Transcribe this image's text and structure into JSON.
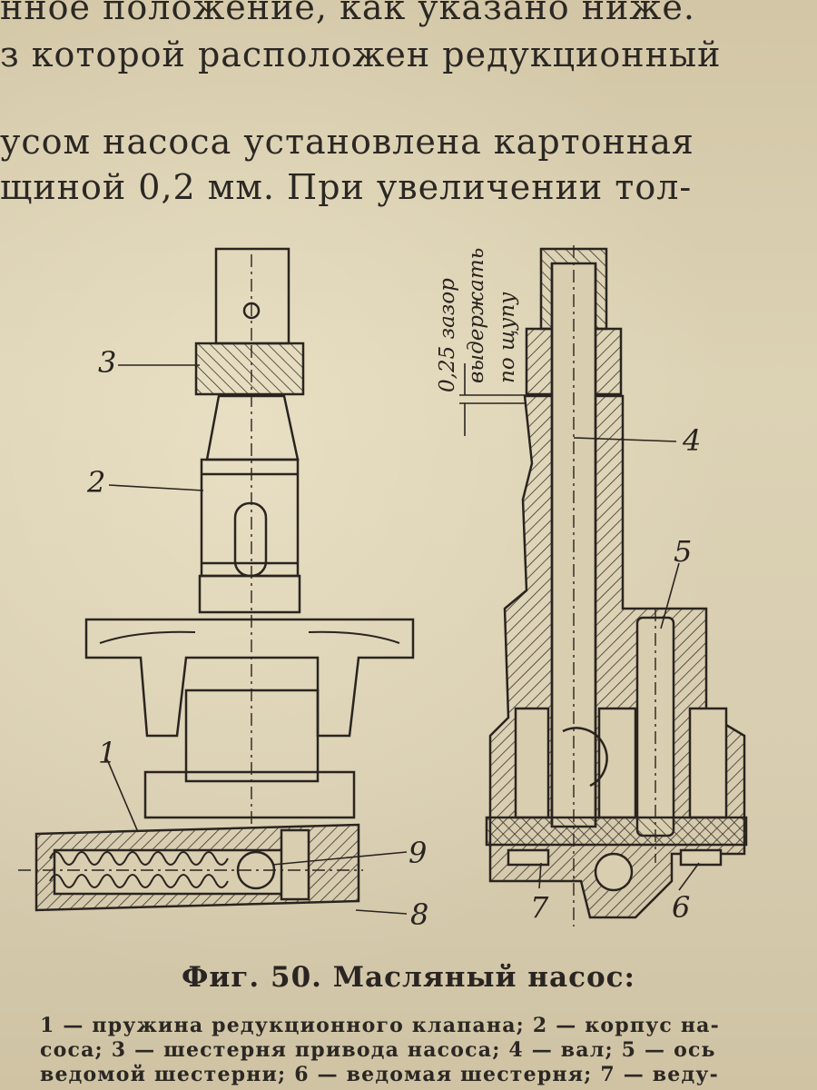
{
  "text_lines": [
    "нное положение, как указано ниже.",
    "з которой расположен редукционный",
    "усом насоса установлена картонная",
    "щиной 0,2 мм. При увеличении тол-"
  ],
  "figure": {
    "callouts": [
      "1",
      "2",
      "3",
      "4",
      "5",
      "6",
      "7",
      "8",
      "9"
    ],
    "gap_annotation": [
      "0,25 зазор",
      "выдержать",
      "по щупу"
    ]
  },
  "caption": "Фиг. 50. Масляный насос:",
  "legend_lines": [
    "1 — пружина редукционного клапана; 2 — корпус на-",
    "соса; 3 — шестерня привода насоса; 4 — вал; 5 — ось",
    "ведомой шестерни; 6 — ведомая шестерня; 7 — веду-"
  ]
}
